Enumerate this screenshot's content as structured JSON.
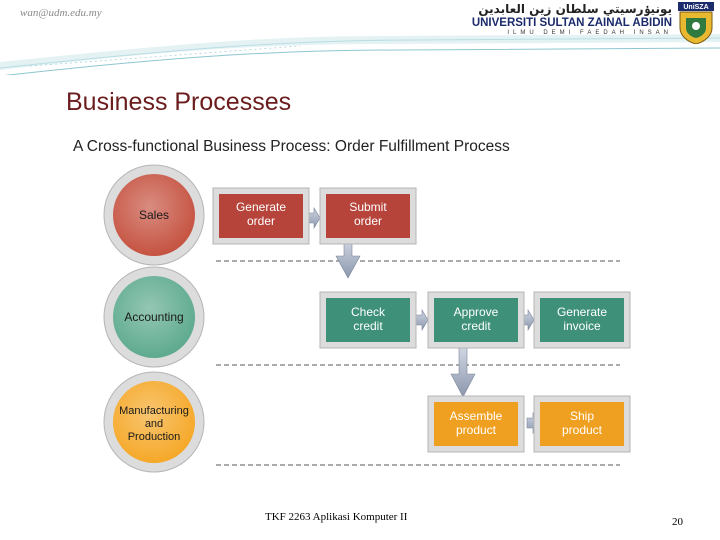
{
  "header": {
    "email": "wan@udm.edu.my",
    "university_arabic": "يونيۏرسيتي سلطان زين العابدين",
    "university_name": "UNIVERSITI SULTAN ZAINAL ABIDIN",
    "motto": "ILMU DEMI FAEDAH INSAN",
    "crest_text": "UniSZA"
  },
  "slide": {
    "title": "Business Processes",
    "subtitle": "A Cross-functional Business Process: Order Fulfillment Process"
  },
  "diagram": {
    "lanes": [
      {
        "label": [
          "Sales"
        ],
        "color": "#c44e3c"
      },
      {
        "label": [
          "Accounting"
        ],
        "color": "#5aa88c"
      },
      {
        "label": [
          "Manufacturing",
          "and",
          "Production"
        ],
        "color": "#f5a623"
      }
    ],
    "steps": [
      {
        "lines": [
          "Generate",
          "order"
        ],
        "color": "#b6443a"
      },
      {
        "lines": [
          "Submit",
          "order"
        ],
        "color": "#b6443a"
      },
      {
        "lines": [
          "Check",
          "credit"
        ],
        "color": "#3e9178"
      },
      {
        "lines": [
          "Approve",
          "credit"
        ],
        "color": "#3e9178"
      },
      {
        "lines": [
          "Generate",
          "invoice"
        ],
        "color": "#3e9178"
      },
      {
        "lines": [
          "Assemble",
          "product"
        ],
        "color": "#f0a020"
      },
      {
        "lines": [
          "Ship",
          "product"
        ],
        "color": "#f0a020"
      }
    ]
  },
  "footer": {
    "course": "TKF 2263 Aplikasi Komputer II",
    "page": "20"
  }
}
